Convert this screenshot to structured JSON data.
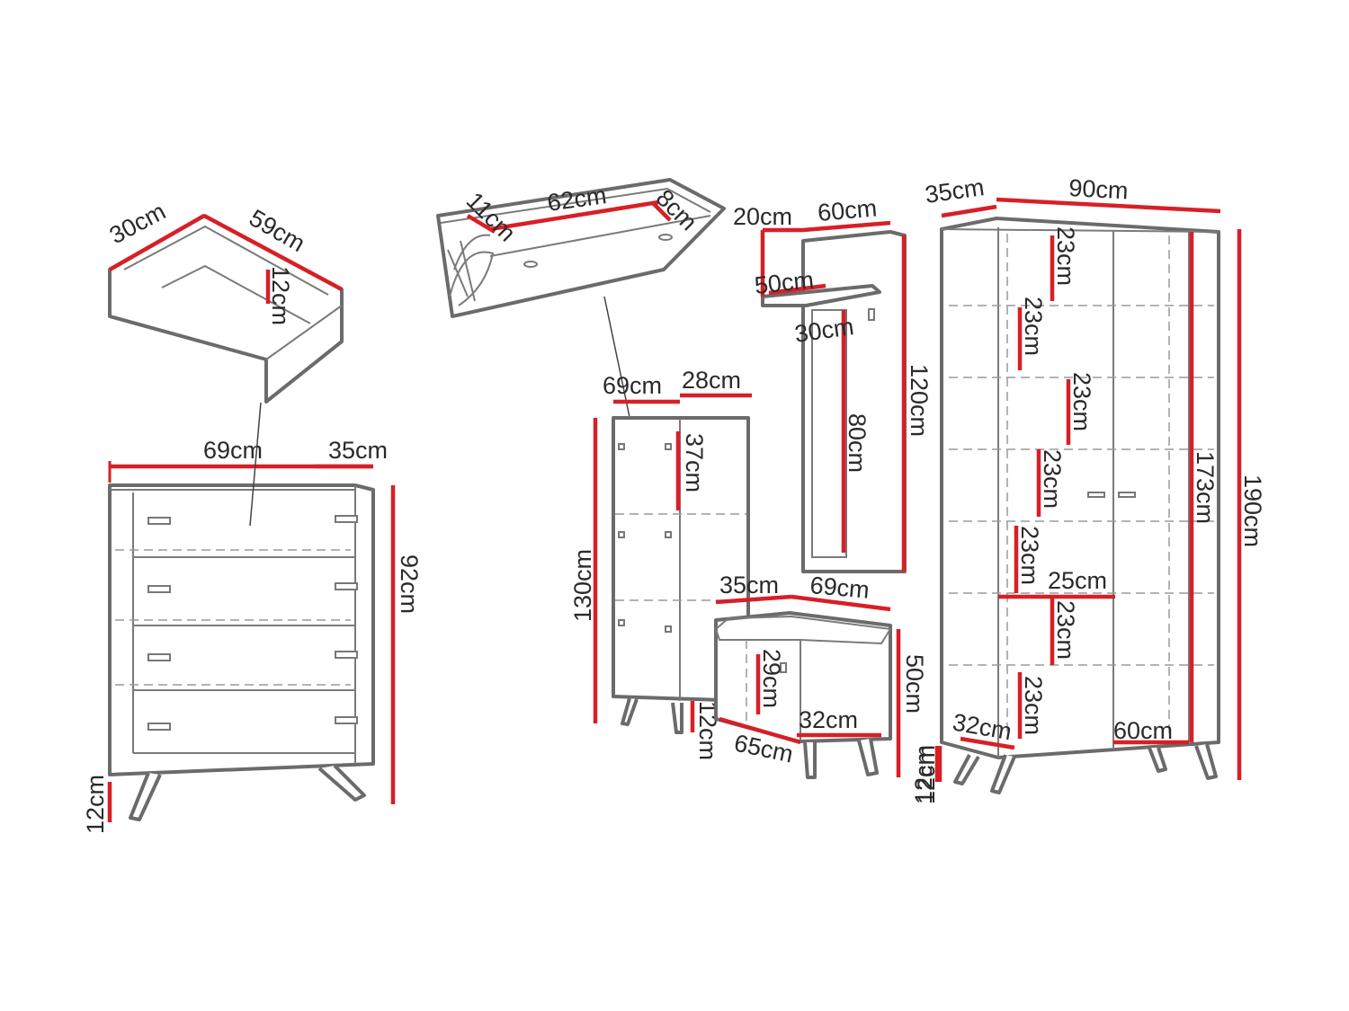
{
  "diagram": {
    "drawer": {
      "depth": "30cm",
      "width": "59cm",
      "height": "12cm"
    },
    "chest": {
      "width": "69cm",
      "depth": "35cm",
      "height": "92cm",
      "legs": "12cm"
    },
    "shoe_cabinet": {
      "width": "62cm",
      "side_a": "11cm",
      "side_b": "8cm"
    },
    "wardrobe_small": {
      "width": "69cm",
      "depth": "28cm",
      "shelf": "37cm",
      "height": "130cm",
      "legs": "12cm"
    },
    "mirror_panel": {
      "hook_depth": "20cm",
      "width": "60cm",
      "shelf": "50cm",
      "mirror_width": "30cm",
      "mirror_height": "80cm",
      "height": "120cm"
    },
    "bench": {
      "depth": "35cm",
      "width": "69cm",
      "inner_height": "29cm",
      "inner_depth": "32cm",
      "inner_width": "65cm",
      "height": "50cm",
      "legs": "12cm"
    },
    "wardrobe_large": {
      "depth": "35cm",
      "width": "90cm",
      "shelf_gaps": [
        "23cm",
        "23cm",
        "23cm",
        "23cm",
        "23cm",
        "23cm",
        "23cm"
      ],
      "inner_width": "25cm",
      "inner_height": "173cm",
      "height": "190cm",
      "door_width": "60cm",
      "base_depth": "32cm",
      "legs": "12cm"
    }
  }
}
